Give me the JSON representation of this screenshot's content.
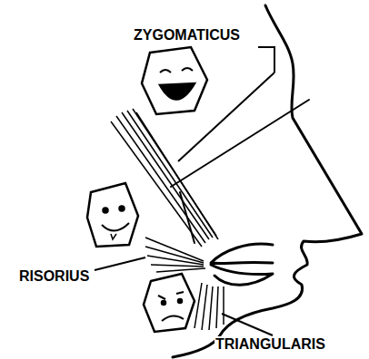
{
  "diagram": {
    "labels": [
      "ZYGOMATICUS",
      "RISORIUS",
      "TRIANGULARIS"
    ]
  }
}
